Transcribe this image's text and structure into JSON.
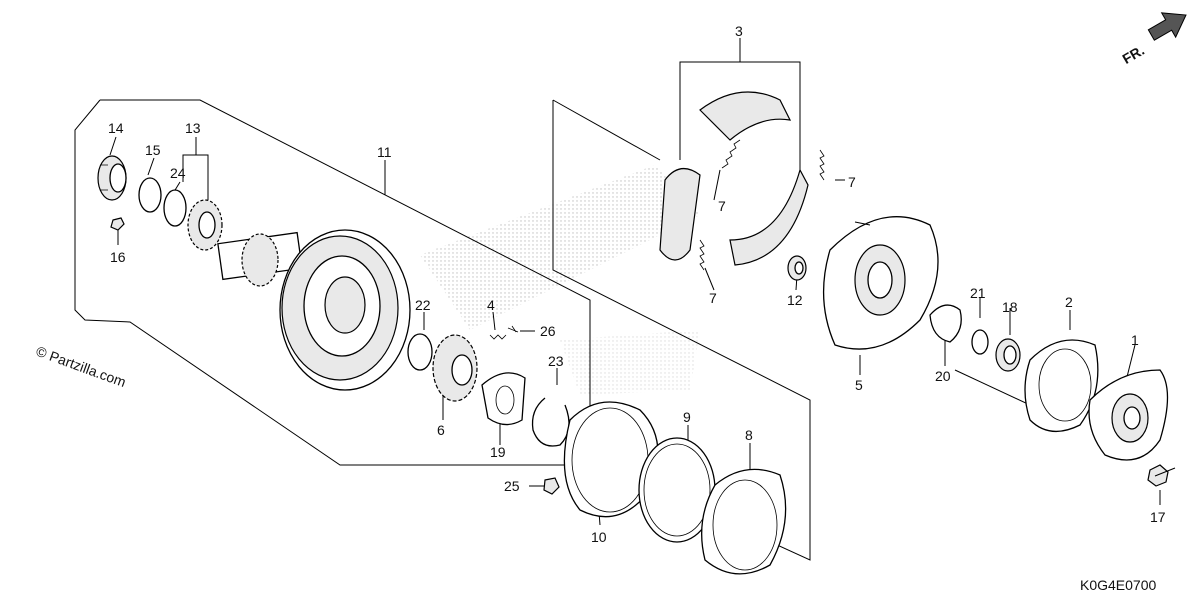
{
  "watermark": "© Partzilla.com",
  "direction_label": "FR.",
  "diagram_code": "K0G4E0700",
  "callouts": [
    "1",
    "2",
    "3",
    "4",
    "5",
    "6",
    "7",
    "8",
    "9",
    "10",
    "11",
    "12",
    "13",
    "14",
    "15",
    "16",
    "17",
    "18",
    "19",
    "20",
    "21",
    "22",
    "23",
    "24",
    "25",
    "26"
  ]
}
